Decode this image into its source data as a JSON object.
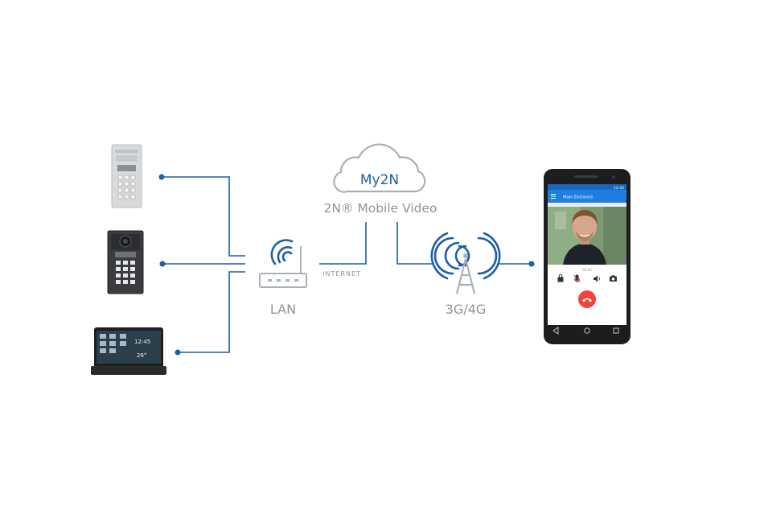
{
  "colors": {
    "line": "#1b5fa8",
    "wifi": "#1b5fa8",
    "cloud_outline": "#a9b0b7",
    "cloud_text": "#1b5fa8",
    "label_gray": "#8d949a",
    "call_red": "#f0443a",
    "app_bar": "#1e7fe0"
  },
  "cloud": {
    "title": "My2N",
    "subtitle": "2N® Mobile Video"
  },
  "router": {
    "label": "LAN",
    "link_label": "INTERNET"
  },
  "tower": {
    "label": "3G/4G"
  },
  "devices": [
    {
      "name": "door intercom keypad",
      "icon": "intercom-keypad-icon"
    },
    {
      "name": "door intercom camera",
      "icon": "intercom-camera-icon"
    },
    {
      "name": "indoor touch panel",
      "icon": "indoor-panel-icon"
    }
  ],
  "panel": {
    "time": "12:45",
    "temp": "26°"
  },
  "phone": {
    "status_time": "12:30",
    "app_title": "Main Entrance",
    "call_timer": "00:00",
    "controls": [
      "lock-icon",
      "mic-off-icon",
      "speaker-icon",
      "camera-icon"
    ],
    "nav": [
      "back-icon",
      "home-icon",
      "recent-icon"
    ]
  }
}
